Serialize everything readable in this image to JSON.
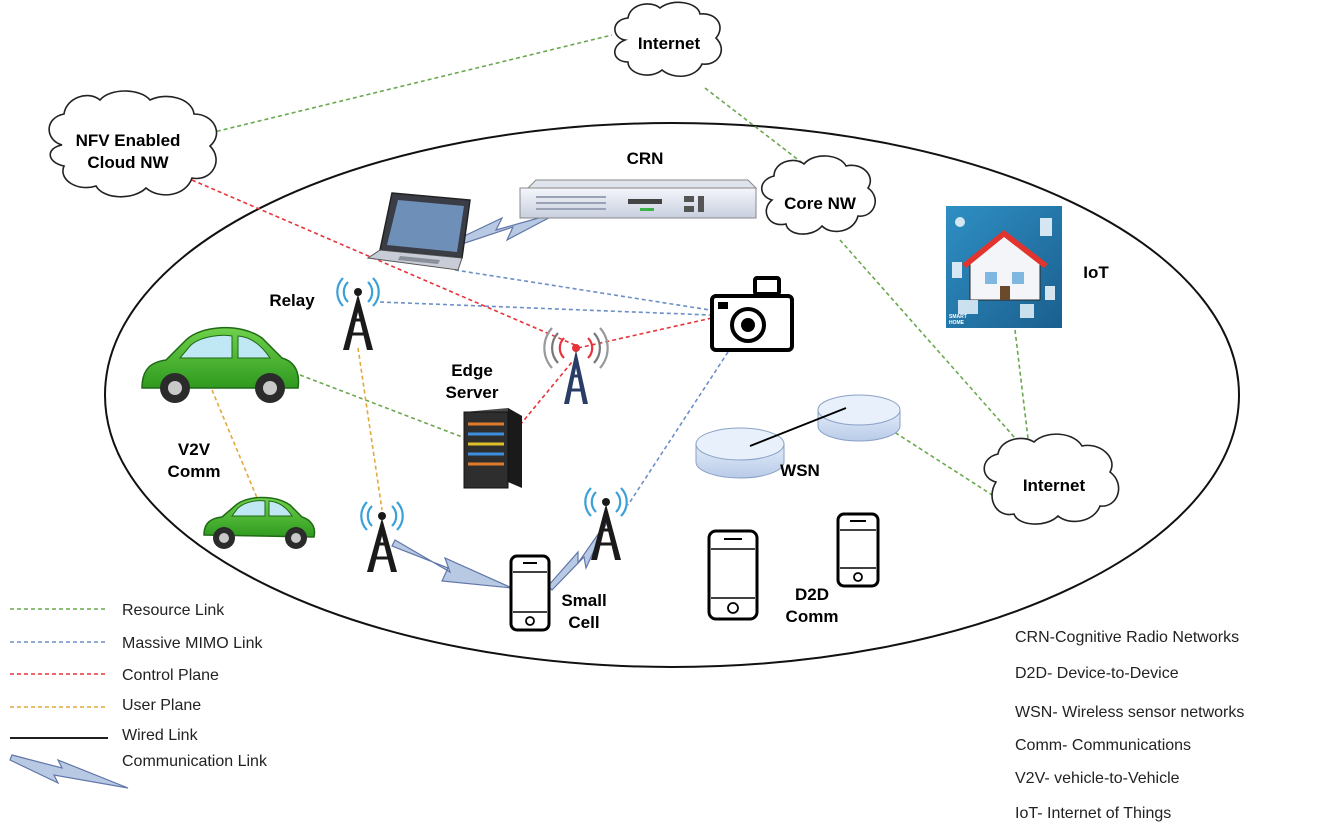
{
  "nodes": {
    "internet_top": "Internet",
    "nfv_cloud_line1": "NFV Enabled",
    "nfv_cloud_line2": "Cloud NW",
    "crn": "CRN",
    "core_nw": "Core NW",
    "iot": "IoT",
    "relay": "Relay",
    "edge_server_line1": "Edge",
    "edge_server_line2": "Server",
    "v2v_line1": "V2V",
    "v2v_line2": "Comm",
    "wsn": "WSN",
    "internet_right": "Internet",
    "small_cell_line1": "Small",
    "small_cell_line2": "Cell",
    "d2d_line1": "D2D",
    "d2d_line2": "Comm",
    "iot_image_caption_1": "SMART",
    "iot_image_caption_2": "HOME"
  },
  "legend": [
    {
      "label": "Resource Link",
      "color": "#6aa84f",
      "style": "dashed"
    },
    {
      "label": "Massive MIMO Link",
      "color": "#6d8fc8",
      "style": "dashed"
    },
    {
      "label": "Control Plane",
      "color": "#e8333a",
      "style": "dashed"
    },
    {
      "label": "User Plane",
      "color": "#e0a93c",
      "style": "dashed"
    },
    {
      "label": "Wired Link",
      "color": "#000000",
      "style": "solid"
    },
    {
      "label": "Communication Link",
      "color": "#6176a8",
      "style": "lightning"
    }
  ],
  "abbreviations": [
    "CRN-Cognitive Radio Networks",
    "D2D- Device-to-Device",
    "WSN- Wireless sensor networks",
    "Comm- Communications",
    "V2V- vehicle-to-Vehicle",
    "IoT- Internet of Things"
  ],
  "icons": [
    "cloud-icon",
    "laptop-icon",
    "rack-server-icon",
    "camera-icon",
    "tower-icon",
    "car-icon",
    "edge-server-icon",
    "sensor-disk-icon",
    "smartphone-icon",
    "smart-home-icon"
  ]
}
